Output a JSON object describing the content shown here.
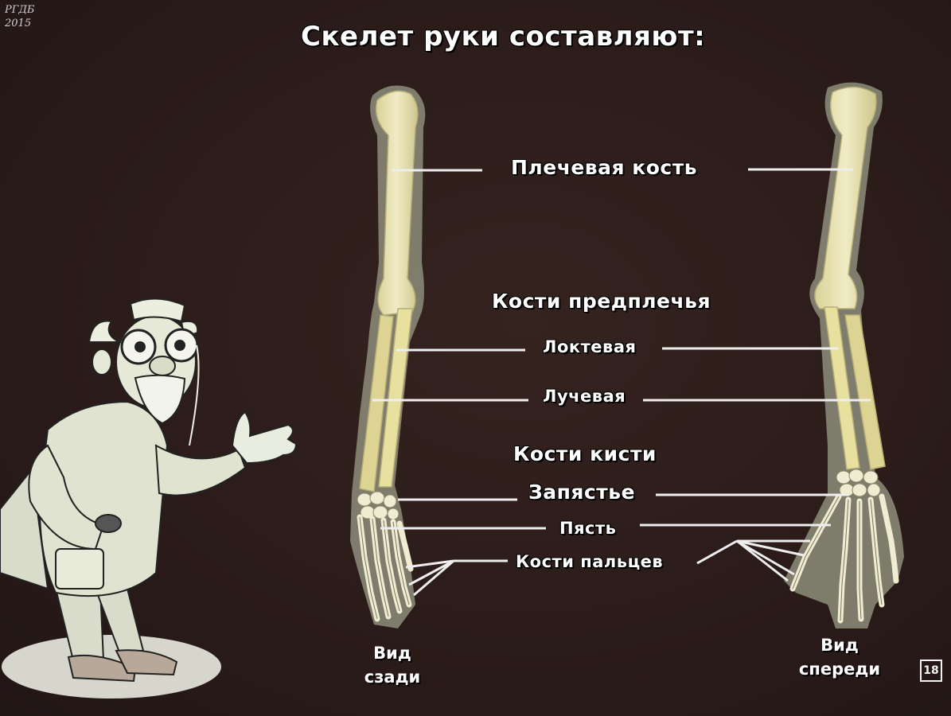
{
  "watermark": {
    "org": "РГДБ",
    "year": "2015"
  },
  "title": "Скелет руки составляют:",
  "labels": {
    "humerus": "Плечевая кость",
    "forearm_bones": "Кости предплечья",
    "ulna": "Локтевая",
    "radius": "Лучевая",
    "hand_bones": "Кости кисти",
    "carpus": "Запястье",
    "metacarpus": "Пясть",
    "phalanges": "Кости пальцев"
  },
  "views": {
    "back": [
      "Вид",
      "сзади"
    ],
    "front": [
      "Вид",
      "спереди"
    ]
  },
  "frame_number": "18",
  "colors": {
    "background": "#2b1c1a",
    "bone": "#e9e3b5",
    "bone_shade": "#c9c088",
    "outline": "#8f8f7e",
    "text": "#ffffff",
    "leader_line": "#eeeeee"
  }
}
